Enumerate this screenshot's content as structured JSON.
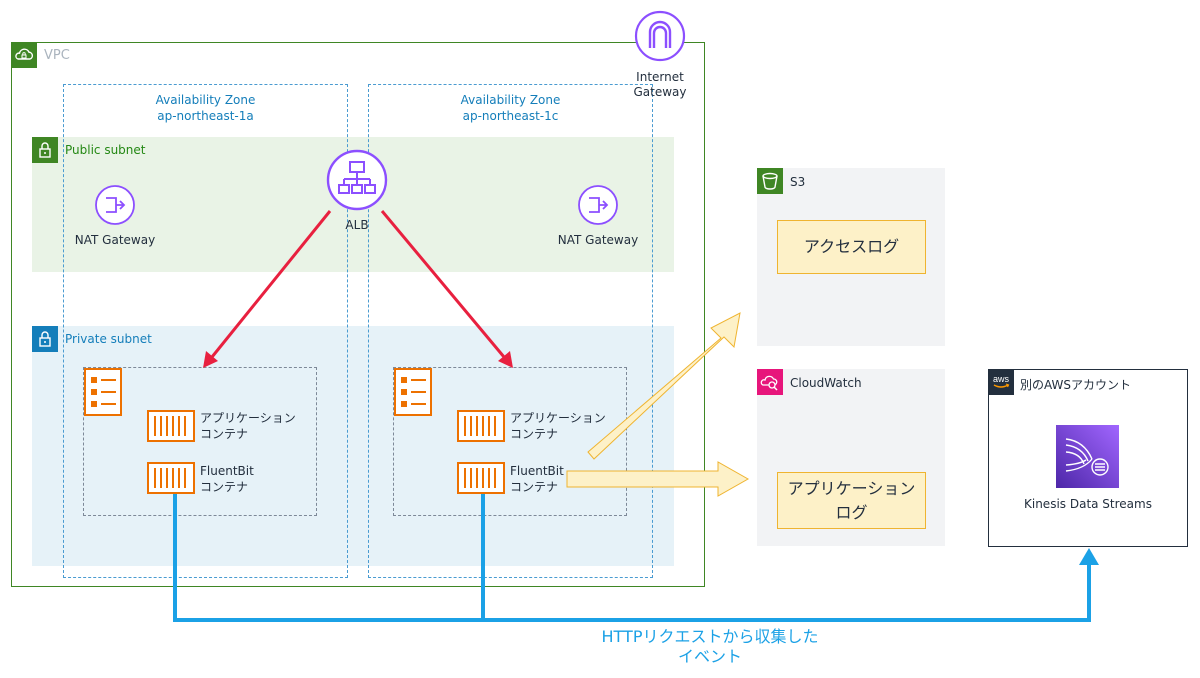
{
  "vpc": {
    "label": "VPC"
  },
  "internet_gateway": {
    "label": "Internet\nGateway"
  },
  "availability_zones": [
    {
      "label": "Availability Zone\nap-northeast-1a"
    },
    {
      "label": "Availability Zone\nap-northeast-1c"
    }
  ],
  "public_subnet": {
    "label": "Public subnet"
  },
  "private_subnet": {
    "label": "Private subnet"
  },
  "nat_gateways": [
    {
      "label": "NAT Gateway"
    },
    {
      "label": "NAT Gateway"
    }
  ],
  "alb": {
    "label": "ALB"
  },
  "containers": [
    {
      "app_label": "アプリケーション\nコンテナ",
      "fluent_label": "FluentBit\nコンテナ"
    },
    {
      "app_label": "アプリケーション\nコンテナ",
      "fluent_label": "FluentBit\nコンテナ"
    }
  ],
  "s3": {
    "label": "S3",
    "box_label": "アクセスログ"
  },
  "cloudwatch": {
    "label": "CloudWatch",
    "box_label": "アプリケーション\nログ"
  },
  "other_account": {
    "label": "別のAWSアカウント",
    "service_label": "Kinesis Data Streams"
  },
  "flow_caption": "HTTPリクエストから収集した\nイベント",
  "colors": {
    "vpc_green": "#3f8624",
    "az_blue": "#147eba",
    "alb_purple": "#8c4fff",
    "ecs_orange": "#ed7100",
    "red_arrow": "#e8203f",
    "blue_flow": "#1ba1e6",
    "log_arrow_fill": "#fdf1c8",
    "cloudwatch_pink": "#e7157b"
  }
}
